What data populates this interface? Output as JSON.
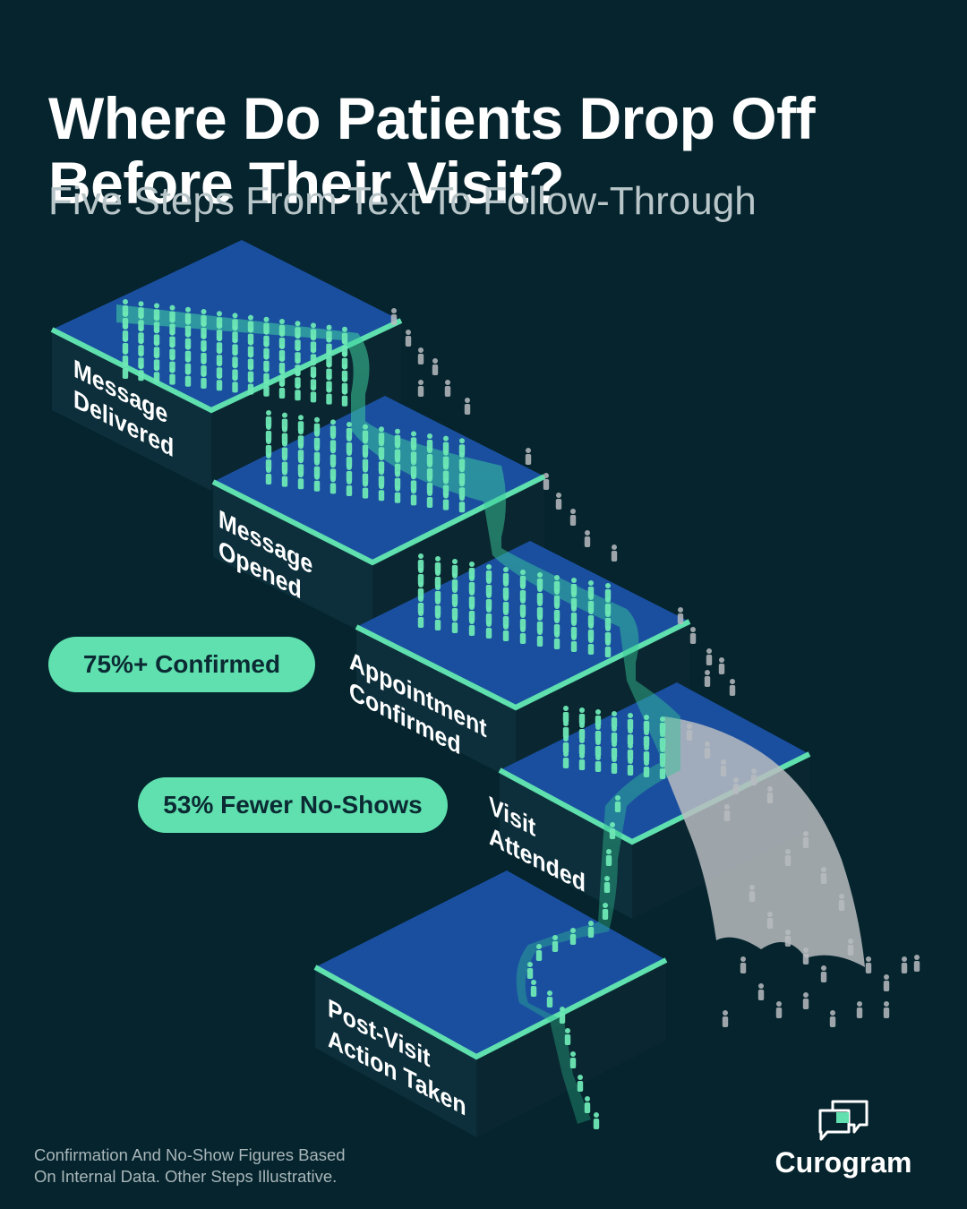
{
  "header": {
    "title_line1": "Where Do Patients Drop Off",
    "title_line2": "Before Their Visit?",
    "subtitle": "Five Steps From Text To Follow-Through"
  },
  "steps": [
    {
      "line1": "Message",
      "line2": "Delivered"
    },
    {
      "line1": "Message",
      "line2": "Opened"
    },
    {
      "line1": "Appointment",
      "line2": "Confirmed"
    },
    {
      "line1": "Visit",
      "line2": "Attended"
    },
    {
      "line1": "Post-Visit",
      "line2": "Action Taken"
    }
  ],
  "callouts": {
    "confirmed": "75%+ Confirmed",
    "no_shows": "53% Fewer No-Shows"
  },
  "footnote": {
    "line1": "Confirmation And No-Show Figures Based",
    "line2": "On Internal Data. Other Steps Illustrative."
  },
  "brand": {
    "name": "Curogram"
  },
  "colors": {
    "background": "#05242d",
    "step_top": "#1a4fa0",
    "step_edge": "#5fe0ae",
    "people": "#6ee8b6",
    "dropoff": "#b8bcc0",
    "pill": "#5fe0ae"
  }
}
